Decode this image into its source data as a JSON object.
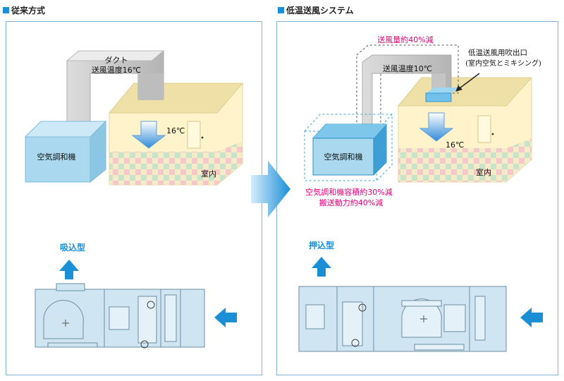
{
  "left": {
    "title": "従来方式",
    "duct_label": "ダクト",
    "air_temp": "送風温度16℃",
    "ahu_label": "空気調和機",
    "room_temp": "16℃",
    "room_label": "室内",
    "type_label": "吸込型"
  },
  "right": {
    "title": "低温送風システム",
    "airflow_reduction": "送風量約40%減",
    "outlet_label_1": "低温送風用吹出口",
    "outlet_label_2": "(室内空気とミキシング)",
    "air_temp": "送風温度10℃",
    "ahu_label": "空気調和機",
    "room_temp": "16℃",
    "room_label": "室内",
    "volume_reduction": "空気調和機容積約30%減",
    "power_reduction": "搬送動力約40%減",
    "type_label": "押込型"
  },
  "colors": {
    "accent": "#1a8fd6",
    "magenta": "#e0007a",
    "ahu": "#a8d8f0",
    "room": "#fff2c8",
    "duct": "#c8c8c8"
  }
}
